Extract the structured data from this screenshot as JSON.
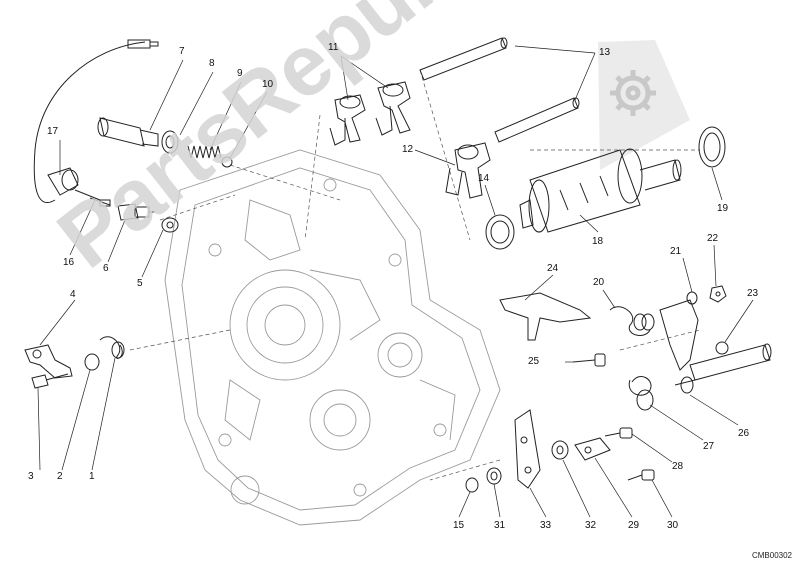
{
  "watermark": "PartsRepublik",
  "drawing_code": "CMB00302",
  "callouts": [
    "1",
    "2",
    "3",
    "4",
    "5",
    "6",
    "7",
    "8",
    "9",
    "10",
    "11",
    "12",
    "13",
    "14",
    "15",
    "16",
    "17",
    "18",
    "19",
    "20",
    "21",
    "22",
    "23",
    "24",
    "25",
    "26",
    "27",
    "28",
    "29",
    "30",
    "31",
    "32",
    "33"
  ],
  "colors": {
    "line": "#222222",
    "faint": "#9a9a9a",
    "gear": "#c8c8c8"
  }
}
